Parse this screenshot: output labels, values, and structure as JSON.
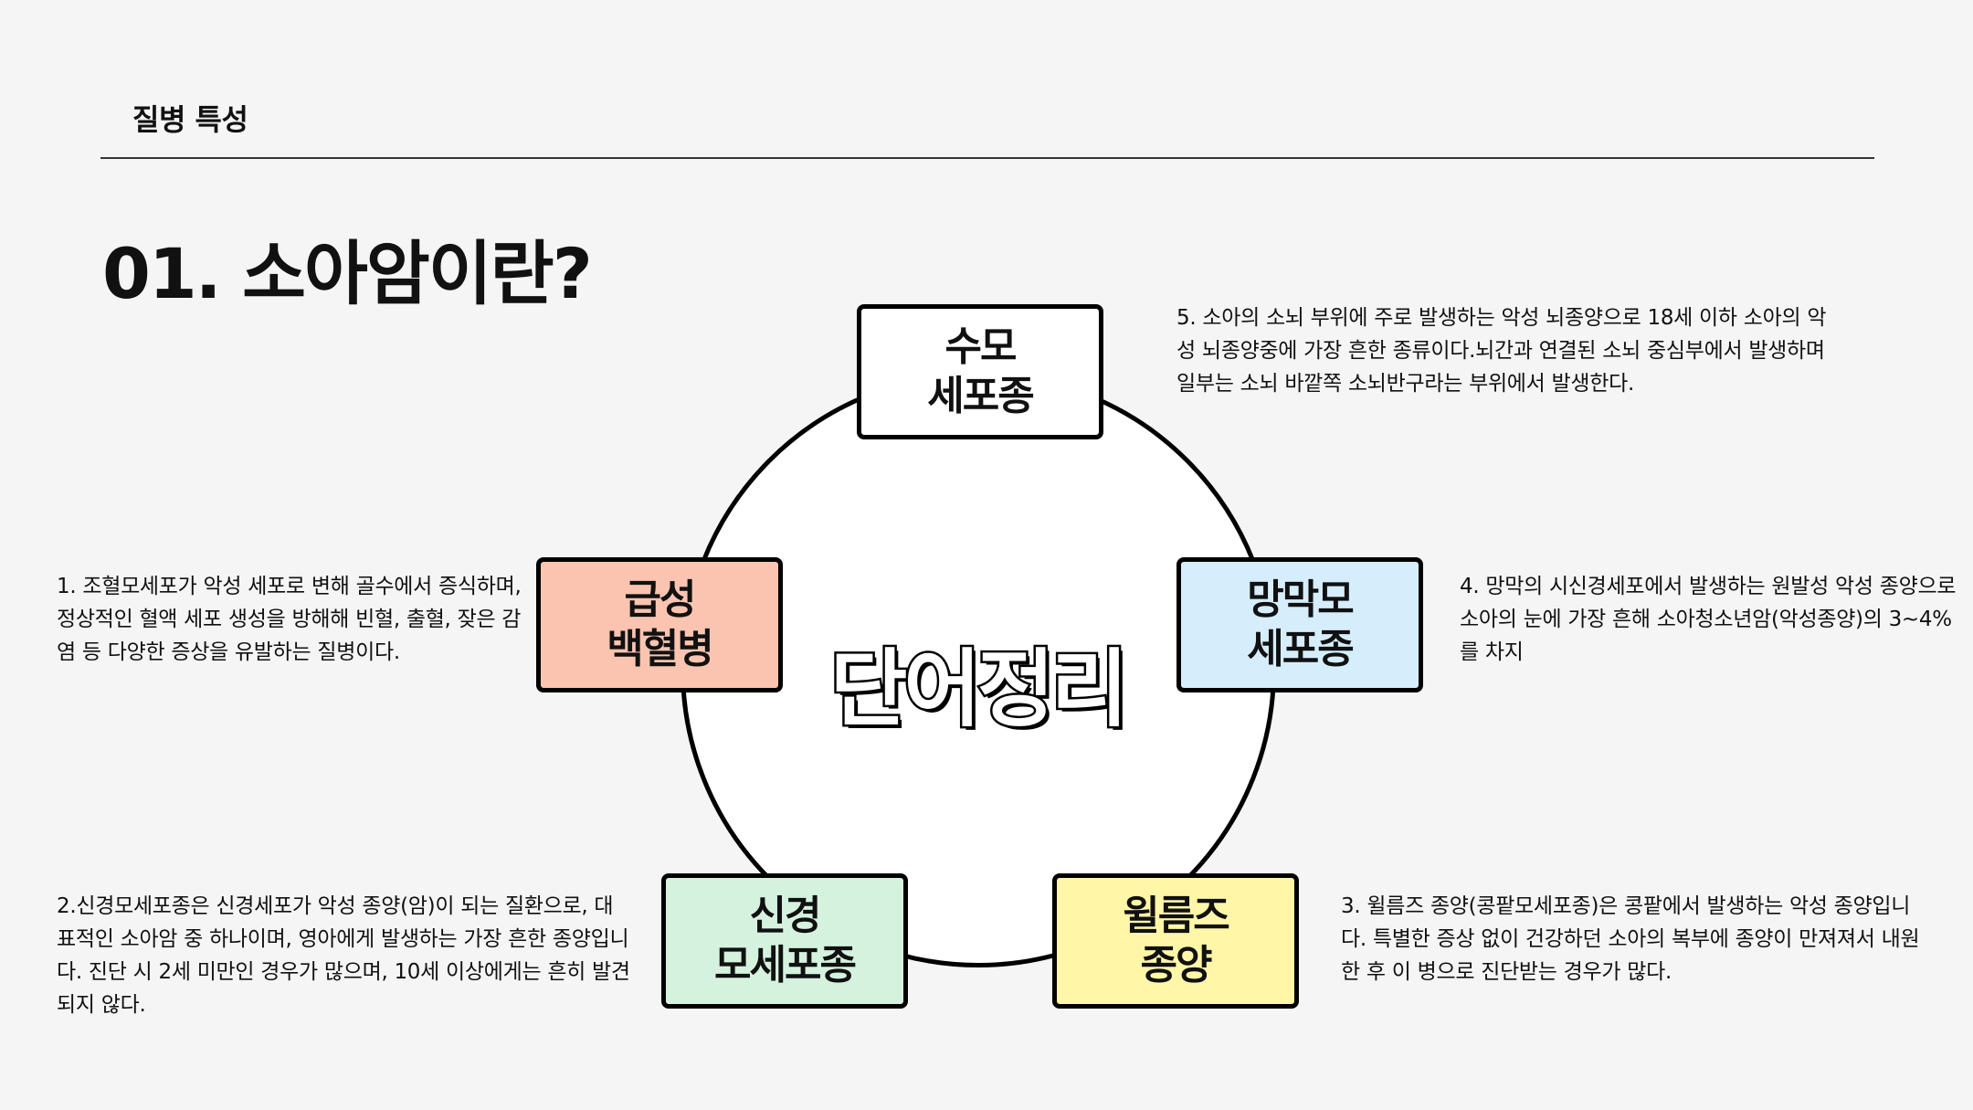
{
  "header": {
    "section_label": "질병 특성"
  },
  "title": "01. 소아암이란?",
  "diagram": {
    "center_label": "단어정리",
    "terms": {
      "top": {
        "label": "수모\n세포종",
        "color": "#ffffff"
      },
      "right": {
        "label": "망막모\n세포종",
        "color": "#d6eefb"
      },
      "left": {
        "label": "급성\n백혈병",
        "color": "#fbc4b0"
      },
      "bottom_left": {
        "label": "신경\n모세포종",
        "color": "#d5f2df"
      },
      "bottom_right": {
        "label": "윌름즈\n종양",
        "color": "#fff6a8"
      }
    },
    "descriptions": {
      "top": "5. 소아의 소뇌 부위에 주로 발생하는 악성 뇌종양으로 18세 이하 소아의 악성 뇌종양중에 가장 흔한 종류이다.뇌간과 연결된 소뇌 중심부에서 발생하며 일부는 소뇌 바깥쪽 소뇌반구라는 부위에서 발생한다.",
      "right": "4. 망막의 시신경세포에서 발생하는 원발성 악성 종양으로 소아의 눈에 가장 흔해 소아청소년암(악성종양)의 3~4%를 차지",
      "left": "1. 조혈모세포가 악성 세포로 변해 골수에서 증식하며, 정상적인 혈액 세포 생성을 방해해 빈혈, 출혈, 잦은 감염 등 다양한 증상을 유발하는 질병이다.",
      "bottom_left": "2.신경모세포종은 신경세포가 악성 종양(암)이 되는 질환으로, 대표적인 소아암 중 하나이며, 영아에게 발생하는 가장 흔한 종양입니다. 진단 시 2세 미만인 경우가 많으며, 10세 이상에게는 흔히 발견되지 않다.",
      "bottom_right": "3. 윌름즈 종양(콩팥모세포종)은 콩팥에서 발생하는 악성 종양입니다. 특별한 증상 없이 건강하던 소아의 복부에 종양이 만져져서 내원한 후 이 병으로 진단받는 경우가 많다."
    }
  }
}
